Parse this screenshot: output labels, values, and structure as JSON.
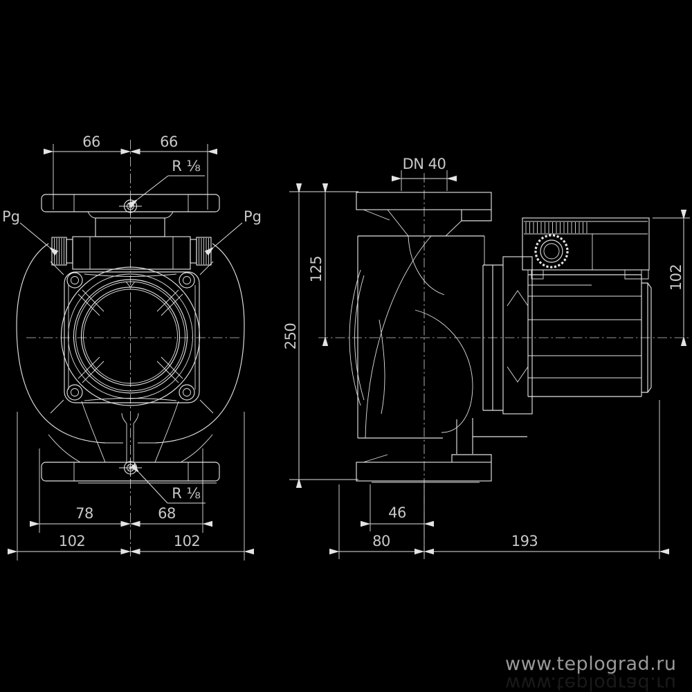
{
  "colors": {
    "background": "#000000",
    "line": "#e3e3e3",
    "text": "#c8c8c8",
    "watermark": "#9a9a9a"
  },
  "front_view": {
    "dim_top_left": "66",
    "dim_top_right": "66",
    "vent_plug_top": "R ⅛",
    "vent_plug_bottom": "R ⅛",
    "cable_gland_left": "Pg",
    "cable_gland_right": "Pg",
    "dim_bottom_left": "78",
    "dim_bottom_right": "68",
    "dim_overall_left": "102",
    "dim_overall_right": "102"
  },
  "side_view": {
    "dim_flange": "DN 40",
    "dim_axis_to_top": "125",
    "dim_height_overall": "250",
    "dim_box_to_axis": "102",
    "dim_foot_to_axis": "46",
    "dim_axis_to_front": "80",
    "dim_axis_to_motor_end": "193"
  },
  "watermark": {
    "text": "www.teplograd.ru"
  }
}
